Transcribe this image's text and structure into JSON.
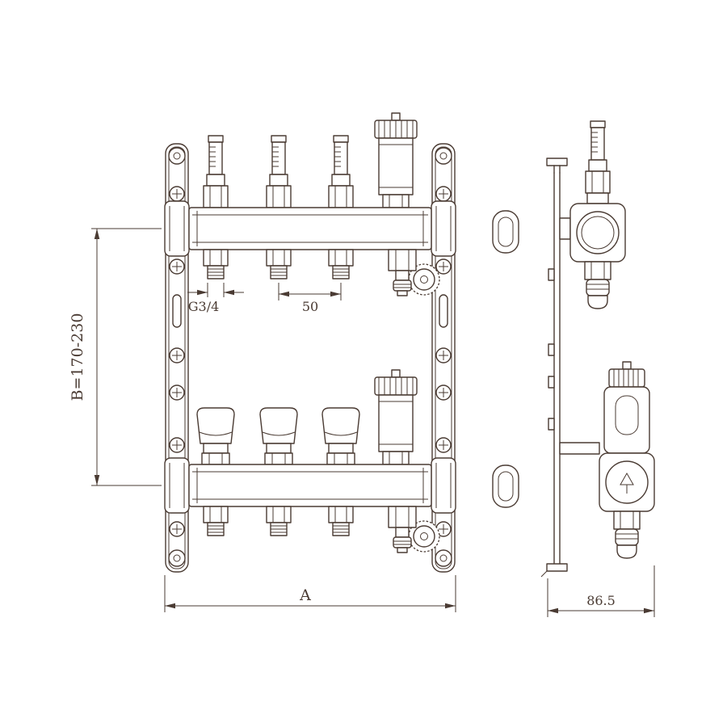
{
  "dimensions": {
    "height_range": "B=170-230",
    "thread_size": "G3/4",
    "port_spacing": "50",
    "overall_width": "A",
    "depth": "86.5"
  },
  "colors": {
    "line": "#4a3b33",
    "background": "#ffffff"
  }
}
